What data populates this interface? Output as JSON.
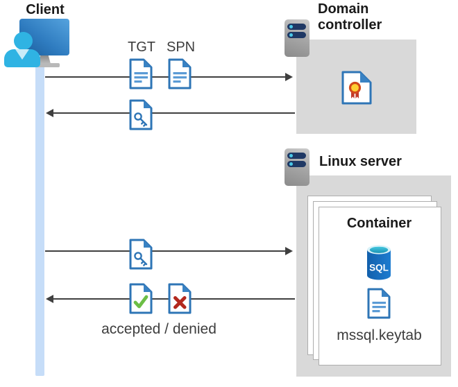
{
  "client": {
    "label": "Client"
  },
  "domain_controller": {
    "label": "Domain controller"
  },
  "linux_server": {
    "label": "Linux server"
  },
  "container": {
    "label": "Container",
    "sql_icon_label": "SQL",
    "keytab_file": "mssql.keytab"
  },
  "flows": {
    "tgt": "TGT",
    "spn": "SPN",
    "result": "accepted / denied"
  },
  "colors": {
    "doc_border_blue": "#2e75b6",
    "doc_fold_blue": "#3982c3",
    "doc_text_blue": "#5b9bd5",
    "accept_green": "#6cbe45",
    "deny_red": "#b3281e",
    "certificate_gold": "#ffcf33",
    "certificate_ribbon_red": "#c13a2a",
    "lifeline_blue": "#c6ddf8",
    "machine_box_gray": "#d9d9d9",
    "arrow_gray": "#3f3f3f",
    "sql_body_blue": "#1260ac",
    "person_cyan": "#2fb3e3",
    "server_pill_navy": "#1f3864"
  }
}
